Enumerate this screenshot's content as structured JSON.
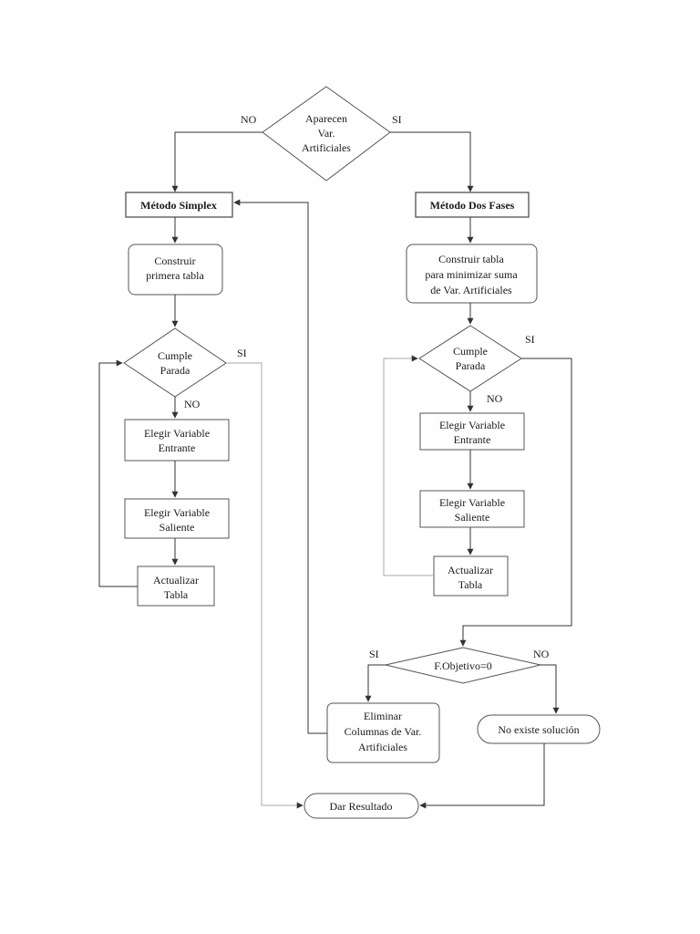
{
  "decision_artificial": {
    "lines": [
      "Aparecen",
      "Var.",
      "Artificiales"
    ],
    "no_label": "NO",
    "yes_label": "SI"
  },
  "simplex": {
    "title": "Método Simplex",
    "build_table": [
      "Construir",
      "primera tabla"
    ],
    "stop_check": [
      "Cumple",
      "Parada"
    ],
    "stop_yes": "SI",
    "stop_no": "NO",
    "entering": [
      "Elegir Variable",
      "Entrante"
    ],
    "leaving": [
      "Elegir Variable",
      "Saliente"
    ],
    "update": [
      "Actualizar",
      "Tabla"
    ]
  },
  "two_phase": {
    "title": "Método Dos Fases",
    "build_table": [
      "Construir tabla",
      "para minimizar suma",
      "de Var. Artificiales"
    ],
    "stop_check": [
      "Cumple",
      "Parada"
    ],
    "stop_yes": "SI",
    "stop_no": "NO",
    "entering": [
      "Elegir Variable",
      "Entrante"
    ],
    "leaving": [
      "Elegir Variable",
      "Saliente"
    ],
    "update": [
      "Actualizar",
      "Tabla"
    ]
  },
  "objective_check": {
    "label": "F.Objetivo=0",
    "yes_label": "SI",
    "no_label": "NO"
  },
  "remove_columns": [
    "Eliminar",
    "Columnas de Var.",
    "Artificiales"
  ],
  "no_solution": "No existe solución",
  "result": "Dar Resultado"
}
